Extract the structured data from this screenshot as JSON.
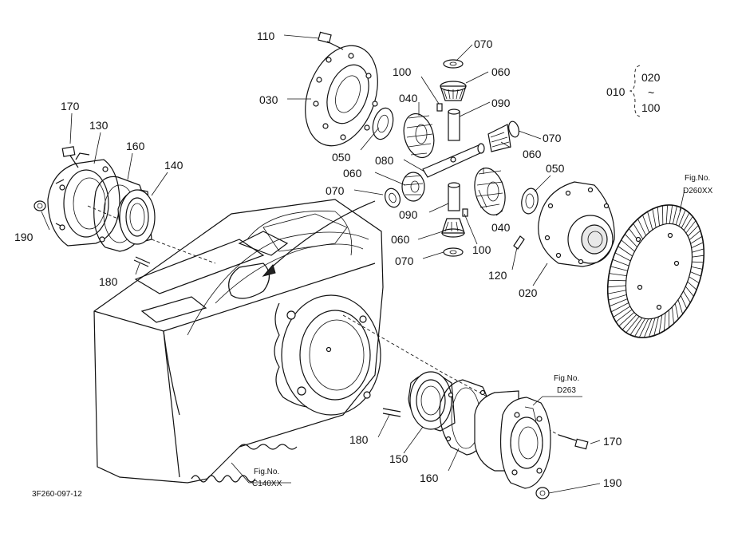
{
  "figure_code": "3F260-097-12",
  "parts": [
    {
      "id": "110"
    },
    {
      "id": "030"
    },
    {
      "id": "100a",
      "text": "100"
    },
    {
      "id": "070a",
      "text": "070"
    },
    {
      "id": "060a",
      "text": "060"
    },
    {
      "id": "090a",
      "text": "090"
    },
    {
      "id": "040a",
      "text": "040"
    },
    {
      "id": "050a",
      "text": "050"
    },
    {
      "id": "080"
    },
    {
      "id": "060b",
      "text": "060"
    },
    {
      "id": "070b",
      "text": "070"
    },
    {
      "id": "060c",
      "text": "060"
    },
    {
      "id": "070c",
      "text": "070"
    },
    {
      "id": "090b",
      "text": "090"
    },
    {
      "id": "060d",
      "text": "060"
    },
    {
      "id": "070d",
      "text": "070"
    },
    {
      "id": "100b",
      "text": "100"
    },
    {
      "id": "040b",
      "text": "040"
    },
    {
      "id": "050b",
      "text": "050"
    },
    {
      "id": "120"
    },
    {
      "id": "020a",
      "text": "020"
    },
    {
      "id": "170a",
      "text": "170"
    },
    {
      "id": "130"
    },
    {
      "id": "160a",
      "text": "160"
    },
    {
      "id": "140"
    },
    {
      "id": "190a",
      "text": "190"
    },
    {
      "id": "180a",
      "text": "180"
    },
    {
      "id": "180b",
      "text": "180"
    },
    {
      "id": "150"
    },
    {
      "id": "160b",
      "text": "160"
    },
    {
      "id": "170b",
      "text": "170"
    },
    {
      "id": "190b",
      "text": "190"
    }
  ],
  "labels": {
    "p110": "110",
    "p030": "030",
    "p100a": "100",
    "p070a": "070",
    "p060a": "060",
    "p090a": "090",
    "p040a": "040",
    "p050a": "050",
    "p080": "080",
    "p060b": "060",
    "p070b": "070",
    "p060c": "060",
    "p070c": "070",
    "p090b": "090",
    "p060d": "060",
    "p070d": "070",
    "p100b": "100",
    "p040b": "040",
    "p050b": "050",
    "p120": "120",
    "p020a": "020",
    "p170a": "170",
    "p130": "130",
    "p160a": "160",
    "p140": "140",
    "p190a": "190",
    "p180a": "180",
    "p180b": "180",
    "p150": "150",
    "p160b": "160",
    "p170b": "170",
    "p190b": "190"
  },
  "set_label": {
    "main": "010",
    "from": "020",
    "tilde": "~",
    "to": "100"
  },
  "fig_refs": [
    {
      "line1": "Fig.No.",
      "line2": "D260XX"
    },
    {
      "line1": "Fig.No.",
      "line2": "D263"
    },
    {
      "line1": "Fig.No.",
      "line2": "C140XX"
    }
  ]
}
